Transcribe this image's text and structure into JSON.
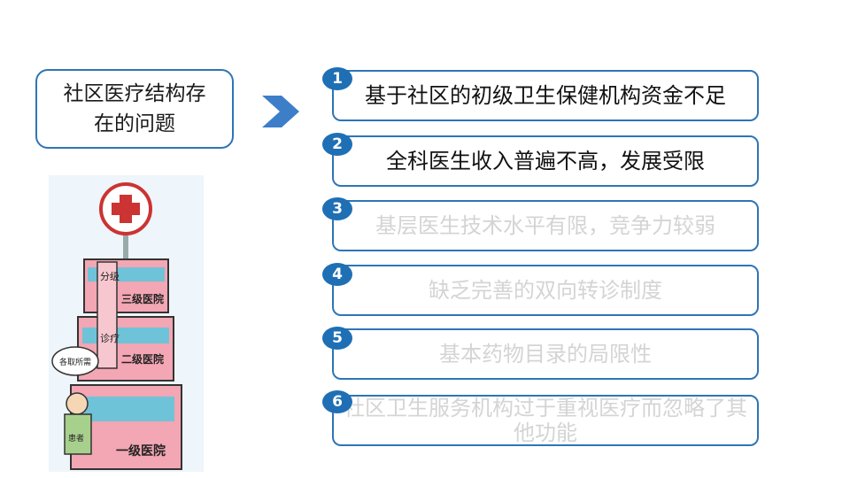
{
  "title": {
    "line1": "社区医疗结构存",
    "line2": "在的问题"
  },
  "illustration": {
    "sign_vertical_1": "分级",
    "sign_vertical_2": "诊疗",
    "floor_3": "三级医院",
    "floor_2": "二级医院",
    "floor_1": "一级医院",
    "speech": "各取所需",
    "patient_label": "患者"
  },
  "items": [
    {
      "num": "1",
      "text": "基于社区的初级卫生保健机构资金不足",
      "faded": false
    },
    {
      "num": "2",
      "text": "全科医生收入普遍不高，发展受限",
      "faded": false
    },
    {
      "num": "3",
      "text": "基层医生技术水平有限，竞争力较弱",
      "faded": true
    },
    {
      "num": "4",
      "text": "缺乏完善的双向转诊制度",
      "faded": true
    },
    {
      "num": "5",
      "text": "基本药物目录的局限性",
      "faded": true
    },
    {
      "num": "6",
      "text": "社区卫生服务机构过于重视医疗而忽略了其他功能",
      "faded": true
    }
  ],
  "colors": {
    "accent": "#2e75b6",
    "badge": "#1f6fb5",
    "faded_text": "#d4d4d4"
  }
}
